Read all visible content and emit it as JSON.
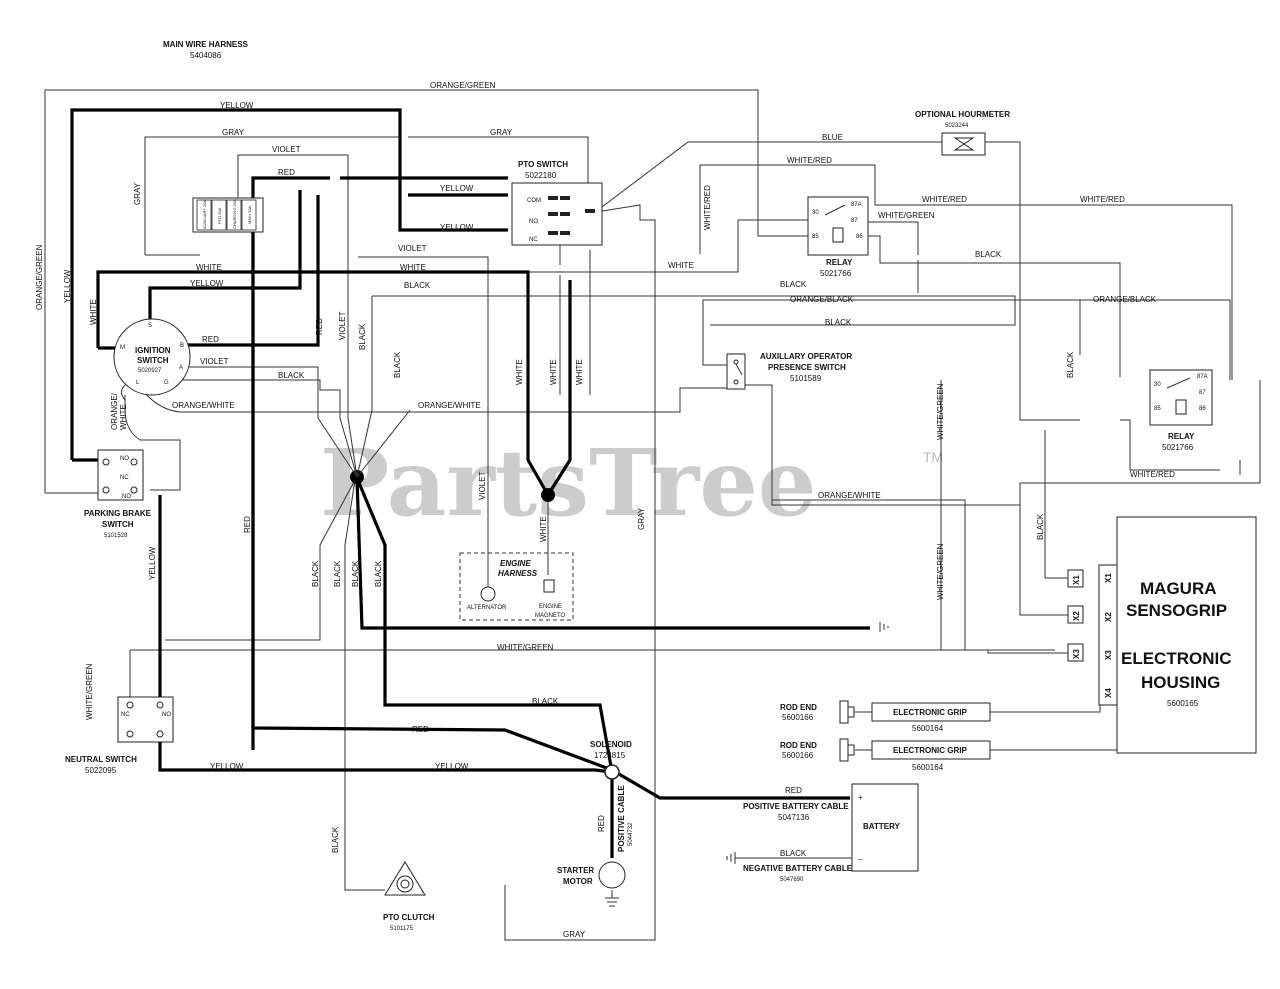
{
  "watermark": {
    "text": "PartsTree",
    "tm": "TM"
  },
  "harness": {
    "title": "MAIN WIRE HARNESS",
    "part": "5404086"
  },
  "components": {
    "pto_switch": {
      "name": "PTO SWITCH",
      "part": "5022180",
      "pins": [
        "COM",
        "NO",
        "NC"
      ]
    },
    "optional_hourmeter": {
      "name": "OPTIONAL HOURMETER",
      "part": "5023244"
    },
    "relay_1": {
      "name": "RELAY",
      "part": "5021766",
      "pins": [
        "30",
        "87A",
        "87",
        "85",
        "86"
      ]
    },
    "relay_2": {
      "name": "RELAY",
      "part": "5021766",
      "pins": [
        "30",
        "87A",
        "87",
        "85",
        "86"
      ]
    },
    "ignition_switch": {
      "name": "IGNITION",
      "name2": "SWITCH",
      "part": "5020927",
      "terms": [
        "S",
        "M",
        "B",
        "A",
        "L",
        "G"
      ]
    },
    "fuse_block": {
      "labels": [
        "AUXILIARY 20A",
        "PTO 20A",
        "CHARGING 20A",
        "MAIN 20A"
      ]
    },
    "aux_presence_switch": {
      "name": "AUXILLARY OPERATOR",
      "name2": "PRESENCE SWITCH",
      "part": "5101589"
    },
    "parking_brake_switch": {
      "name": "PARKING BRAKE",
      "name2": "SWITCH",
      "part": "5101528",
      "pins": [
        "NO",
        "NC",
        "NO"
      ]
    },
    "neutral_switch": {
      "name": "NEUTRAL SWITCH",
      "part": "5022095",
      "pins": [
        "NC",
        "NO"
      ]
    },
    "engine_harness": {
      "name": "ENGINE",
      "name2": "HARNESS",
      "alternator": "ALTERNATOR",
      "magneto": "ENGINE",
      "magneto2": "MAGNETO"
    },
    "magura": {
      "line1": "MAGURA",
      "line2": "SENSOGRIP",
      "line3": "ELECTRONIC",
      "line4": "HOUSING",
      "part": "5600165",
      "terms": [
        "X1",
        "X2",
        "X3",
        "X4"
      ]
    },
    "grip_1": {
      "rod_end": "ROD END",
      "rod_part": "5600166",
      "grip": "ELECTRONIC GRIP",
      "grip_part": "5600164"
    },
    "grip_2": {
      "rod_end": "ROD END",
      "rod_part": "5600166",
      "grip": "ELECTRONIC GRIP",
      "grip_part": "5600164"
    },
    "solenoid": {
      "name": "SOLENOID",
      "part": "1724815"
    },
    "positive_cable": {
      "name": "POSITIVE BATTERY CABLE",
      "part": "5047136",
      "vname": "POSITIVE CABLE",
      "vpart": "5044732"
    },
    "negative_cable": {
      "name": "NEGATIVE BATTERY CABLE",
      "part": "5047690"
    },
    "battery": {
      "name": "BATTERY",
      "plus": "+",
      "minus": "−"
    },
    "starter_motor": {
      "name": "STARTER",
      "name2": "MOTOR"
    },
    "pto_clutch": {
      "name": "PTO CLUTCH",
      "part": "5101175"
    }
  },
  "wire_labels": {
    "orange_green_top": "ORANGE/GREEN",
    "yellow_top": "YELLOW",
    "gray_left": "GRAY",
    "gray_right": "GRAY",
    "violet_top": "VIOLET",
    "red_top": "RED",
    "yellow_pto1": "YELLOW",
    "yellow_pto2": "YELLOW",
    "blue": "BLUE",
    "white_red_top": "WHITE/RED",
    "white_red_v": "WHITE/RED",
    "white_red_mid": "WHITE/RED",
    "white_red_right": "WHITE/RED",
    "white_green_relay": "WHITE/GREEN",
    "gray_v": "GRAY",
    "orange_green_v": "ORANGE/GREEN",
    "yellow_v_left": "YELLOW",
    "violet_mid": "VIOLET",
    "white_1": "WHITE",
    "white_2": "WHITE",
    "white_3": "WHITE",
    "yellow_mid": "YELLOW",
    "black_1": "BLACK",
    "black_relay": "BLACK",
    "black_2": "BLACK",
    "orange_black_1": "ORANGE/BLACK",
    "orange_black_2": "ORANGE/BLACK",
    "black_3": "BLACK",
    "red_ign": "RED",
    "red_v_mid": "RED",
    "violet_v": "VIOLET",
    "black_v1": "BLACK",
    "black_v2": "BLACK",
    "violet_ign": "VIOLET",
    "black_ign": "BLACK",
    "white_v1": "WHITE",
    "white_v2": "WHITE",
    "white_v3": "WHITE",
    "white_left_v": "WHITE",
    "orange_white_v": "ORANGE/\nWHITE",
    "orange_white_1": "ORANGE/WHITE",
    "orange_white_2": "ORANGE/WHITE",
    "orange_white_3": "ORANGE/WHITE",
    "black_right_v": "BLACK",
    "white_green_v1": "WHITE/GREEN",
    "white_green_v2": "WHITE/GREEN",
    "violet_v2": "VIOLET",
    "white_v4": "WHITE",
    "gray_v2": "GRAY",
    "red_v_left": "RED",
    "yellow_v2": "YELLOW",
    "black_v3": "BLACK",
    "black_v4": "BLACK",
    "black_v5": "BLACK",
    "black_v6": "BLACK",
    "black_v_magura": "BLACK",
    "white_green_h": "WHITE/GREEN",
    "white_green_left_v": "WHITE/GREEN",
    "black_h_low": "BLACK",
    "red_h_low": "RED",
    "yellow_h1": "YELLOW",
    "yellow_h2": "YELLOW",
    "red_batt": "RED",
    "red_starter": "RED",
    "black_neg": "BLACK",
    "black_pto": "BLACK",
    "gray_bottom": "GRAY"
  }
}
